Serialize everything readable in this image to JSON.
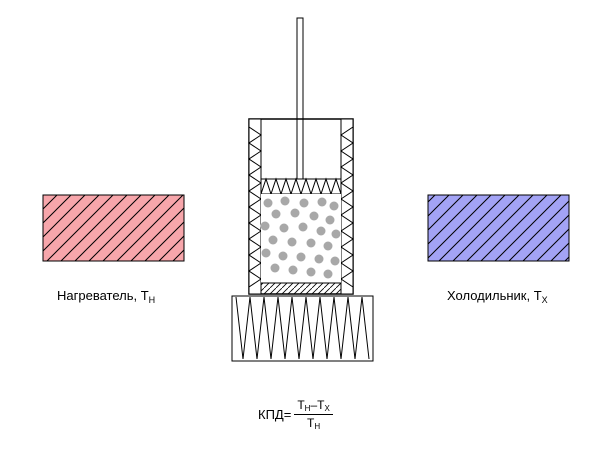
{
  "heater": {
    "label": "Нагреватель, T",
    "sub": "Н",
    "color": "#f7a6ab"
  },
  "cooler": {
    "label": "Холодильник, T",
    "sub": "Х",
    "color": "#a3a3f5"
  },
  "formula": {
    "lhs": "КПД=",
    "num_t1": "T",
    "num_s1": "Н",
    "num_minus": "–",
    "num_t2": "T",
    "num_s2": "Х",
    "den_t": "T",
    "den_s": "Н"
  },
  "gas": {
    "color": "#a8a8a8"
  }
}
